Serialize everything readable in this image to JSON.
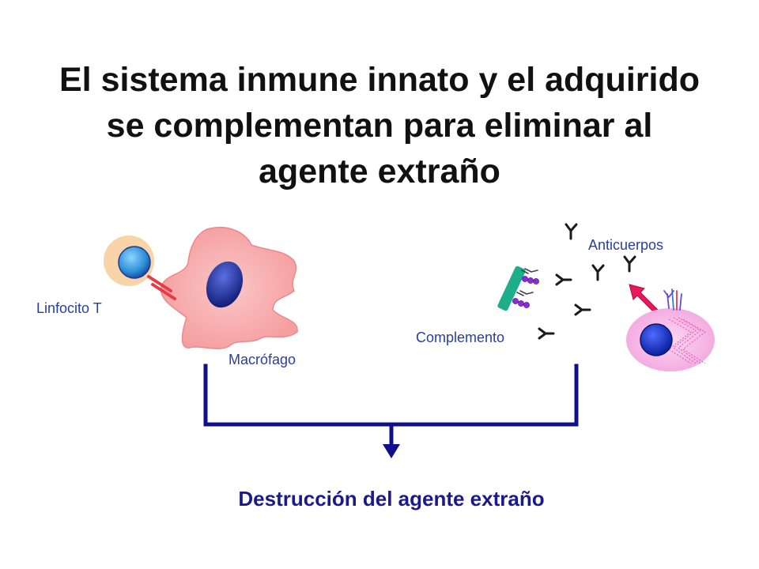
{
  "title": "El sistema inmune innato y el adquirido se complementan para eliminar al agente extraño",
  "labels": {
    "linfocito_t": "Linfocito T",
    "macrofago": "Macrófago",
    "anticuerpos": "Anticuerpos",
    "complemento": "Complemento"
  },
  "result": "Destrucción del agente extraño",
  "colors": {
    "title_text": "#111111",
    "label_text": "#2a3f9c",
    "result_text": "#1a1a8c",
    "connector": "#10108a",
    "macrophage_body": "#f8a7a8",
    "macrophage_nucleus": "#1f2d99",
    "lymphocyte_halo": "#f8d4a8",
    "lymphocyte_nucleus": "#3ba2e6",
    "receptor": "#e63c46",
    "plasma_cell_body": "#f5b8e6",
    "plasma_cell_nucleus": "#1232c8",
    "arrow": "#e8185a",
    "complement_bar": "#1fae8c",
    "complement_beads": "#8a2bd6"
  },
  "icons": {
    "lymphocyte": "t-lymphocyte-icon",
    "macrophage": "macrophage-icon",
    "plasma_cell": "plasma-cell-icon",
    "antibody": "antibody-icon",
    "complement": "complement-icon",
    "arrow": "pink-arrow-icon"
  }
}
